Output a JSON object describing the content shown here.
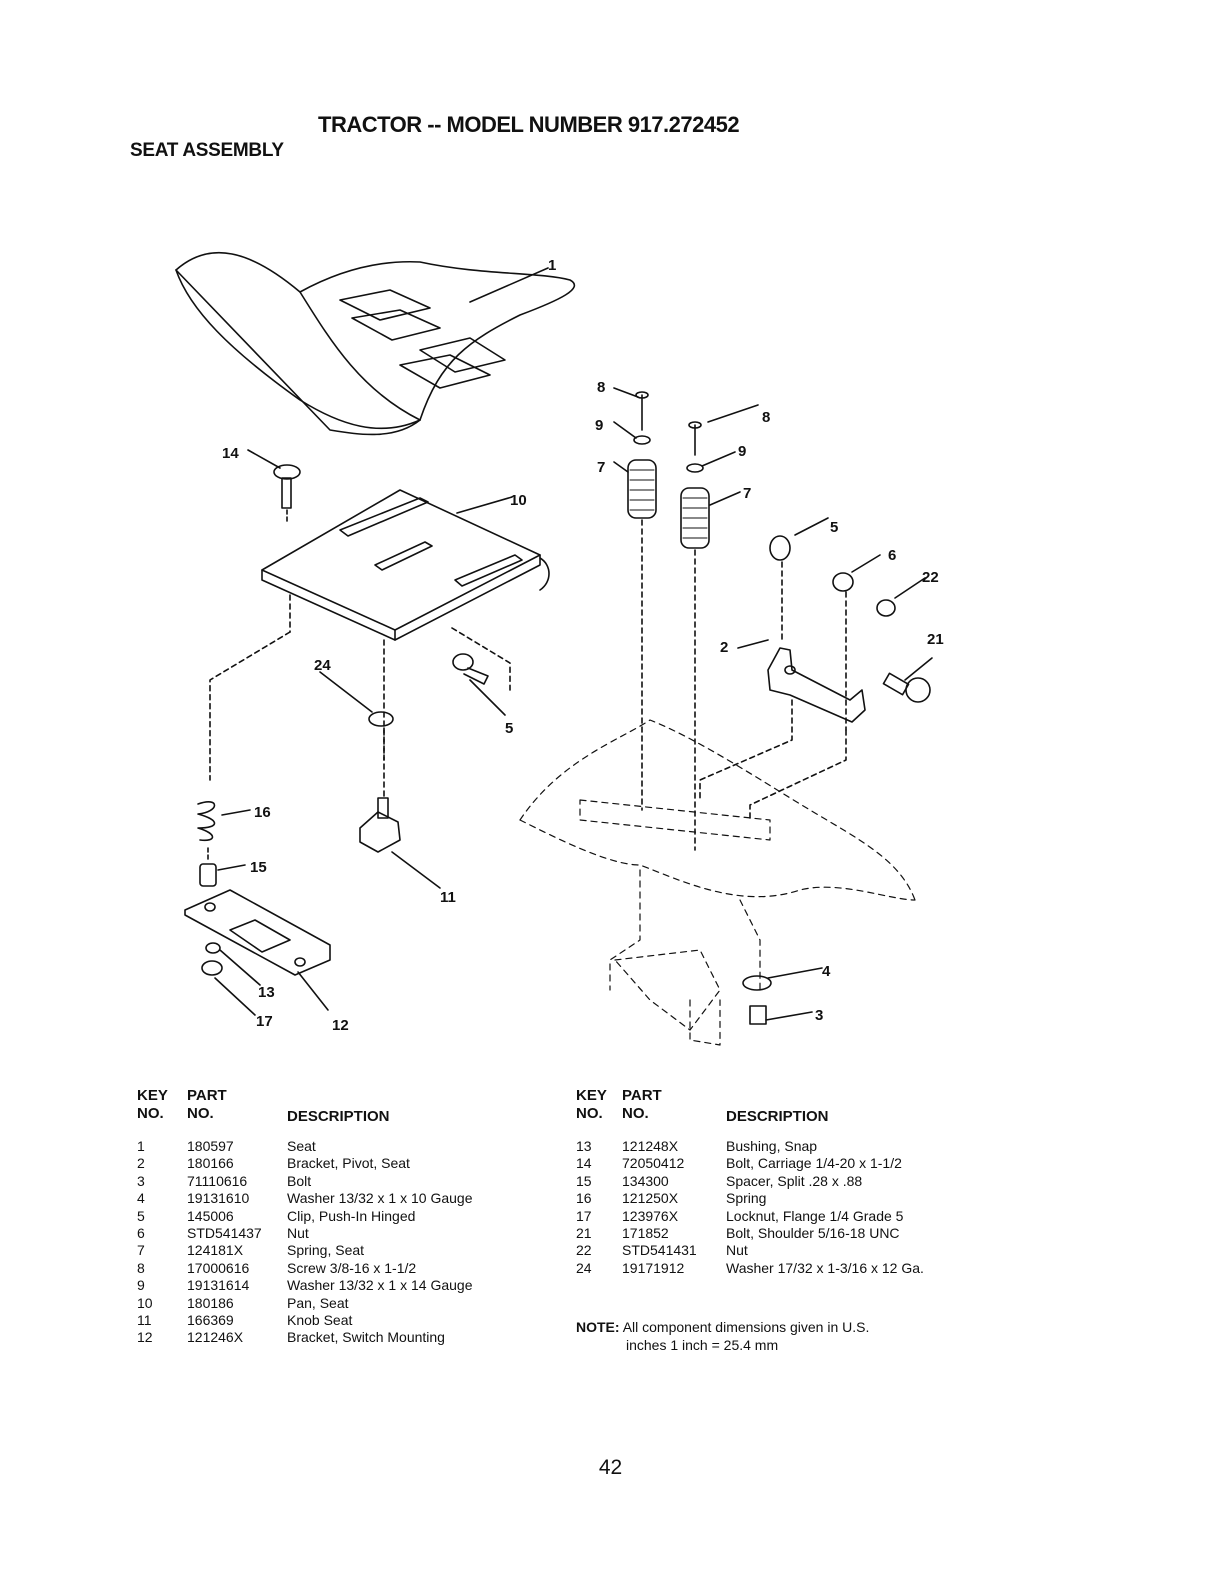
{
  "title": "TRACTOR -- MODEL NUMBER 917.272452",
  "section": "SEAT ASSEMBLY",
  "callouts": [
    "1",
    "14",
    "10",
    "8",
    "9",
    "7",
    "8",
    "9",
    "7",
    "5",
    "6",
    "22",
    "21",
    "2",
    "24",
    "5",
    "16",
    "15",
    "11",
    "13",
    "17",
    "12",
    "4",
    "3"
  ],
  "table_headers": {
    "key_line1": "KEY",
    "key_line2": "NO.",
    "part_line1": "PART",
    "part_line2": "NO.",
    "description": "DESCRIPTION"
  },
  "parts_left": [
    {
      "key": "1",
      "part": "180597",
      "desc": "Seat"
    },
    {
      "key": "2",
      "part": "180166",
      "desc": "Bracket, Pivot, Seat"
    },
    {
      "key": "3",
      "part": "71110616",
      "desc": "Bolt"
    },
    {
      "key": "4",
      "part": "19131610",
      "desc": "Washer  13/32 x 1 x 10 Gauge"
    },
    {
      "key": "5",
      "part": "145006",
      "desc": "Clip, Push-In  Hinged"
    },
    {
      "key": "6",
      "part": "STD541437",
      "desc": "Nut"
    },
    {
      "key": "7",
      "part": "124181X",
      "desc": "Spring, Seat"
    },
    {
      "key": "8",
      "part": "17000616",
      "desc": "Screw  3/8-16 x 1-1/2"
    },
    {
      "key": "9",
      "part": "19131614",
      "desc": "Washer  13/32 x 1 x 14 Gauge"
    },
    {
      "key": "10",
      "part": "180186",
      "desc": "Pan, Seat"
    },
    {
      "key": "11",
      "part": "166369",
      "desc": "Knob Seat"
    },
    {
      "key": "12",
      "part": "121246X",
      "desc": "Bracket, Switch Mounting"
    }
  ],
  "parts_right": [
    {
      "key": "13",
      "part": "121248X",
      "desc": "Bushing, Snap"
    },
    {
      "key": "14",
      "part": "72050412",
      "desc": "Bolt, Carriage  1/4-20 x 1-1/2"
    },
    {
      "key": "15",
      "part": "134300",
      "desc": "Spacer, Split  .28 x  .88"
    },
    {
      "key": "16",
      "part": "121250X",
      "desc": "Spring"
    },
    {
      "key": "17",
      "part": "123976X",
      "desc": "Locknut, Flange  1/4 Grade 5"
    },
    {
      "key": "21",
      "part": "171852",
      "desc": "Bolt, Shoulder 5/16-18 UNC"
    },
    {
      "key": "22",
      "part": "STD541431",
      "desc": "Nut"
    },
    {
      "key": "24",
      "part": "19171912",
      "desc": "Washer  17/32 x 1-3/16 x 12 Ga."
    }
  ],
  "note": {
    "label": "NOTE:",
    "line1": "All component dimensions given in U.S.",
    "line2": "inches 1 inch = 25.4 mm"
  },
  "page_number": "42"
}
